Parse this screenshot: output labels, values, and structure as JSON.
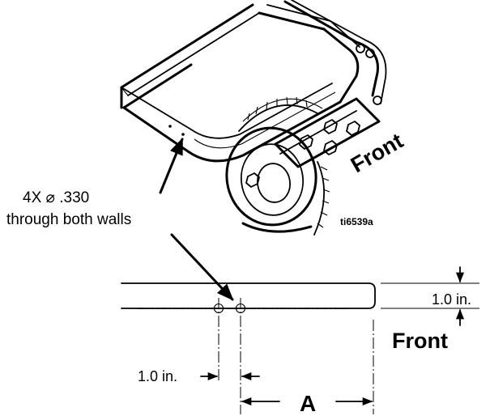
{
  "callout": {
    "line1": "4X ⌀ .330",
    "line2": "through both walls"
  },
  "figure_id": "ti6539a",
  "front_iso": "Front",
  "front_plan": "Front",
  "dim_width": "1.0 in.",
  "dim_spacing": "1.0 in.",
  "dim_letter": "A"
}
